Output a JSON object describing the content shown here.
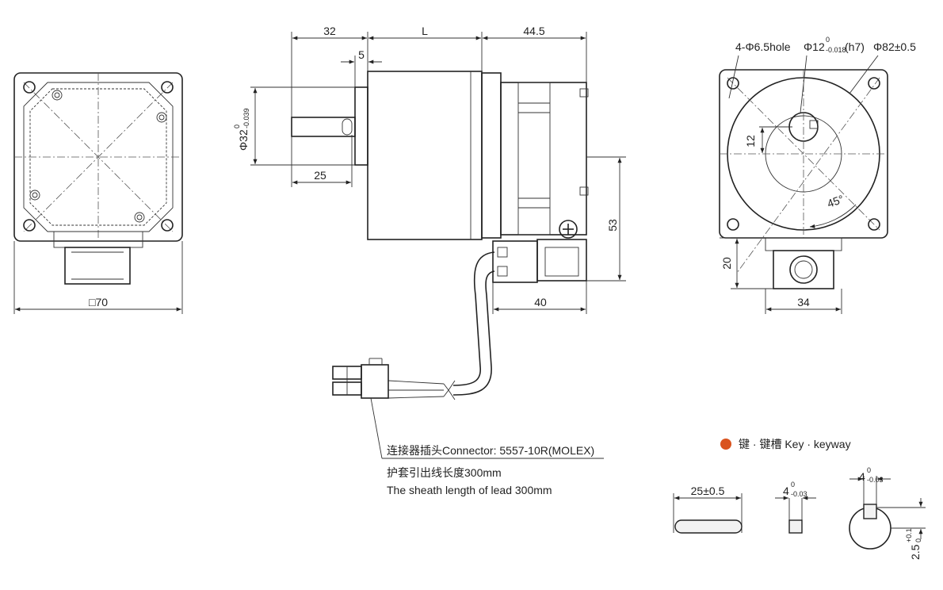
{
  "front_view": {
    "width_label": "□70"
  },
  "side_view": {
    "dim_32": "32",
    "dim_L": "L",
    "dim_44_5": "44.5",
    "dim_5": "5",
    "shaft_dia_main": "Φ32",
    "shaft_dia_tol_upper": "0",
    "shaft_dia_tol_lower": "-0.039",
    "dim_25": "25",
    "dim_53": "53",
    "dim_40": "40"
  },
  "end_view": {
    "hole_label": "4-Φ6.5hole",
    "shaft_label_main": "Φ12",
    "shaft_tol_upper": "0",
    "shaft_tol_lower": "-0.018",
    "shaft_fit": "(h7)",
    "pilot_label": "Φ82±0.5",
    "dim_12": "12",
    "angle_label": "45°",
    "dim_20": "20",
    "dim_34": "34"
  },
  "connector": {
    "label": "连接器插头Connector: 5557-10R(MOLEX)",
    "sheath_cn": "护套引出线长度300mm",
    "sheath_en": "The sheath length of lead 300mm"
  },
  "key_section": {
    "title": "键 · 键槽 Key · keyway",
    "bullet_color": "#d9531e",
    "key_length": "25±0.5",
    "key_width_main": "4",
    "key_width_tol_upper": "0",
    "key_width_tol_lower": "-0.03",
    "keyway_width_main": "4",
    "keyway_width_tol_upper": "0",
    "keyway_width_tol_lower": "-0.03",
    "keyway_depth_main": "2.5",
    "keyway_depth_tol_upper": "+0.1",
    "keyway_depth_tol_lower": "0"
  }
}
